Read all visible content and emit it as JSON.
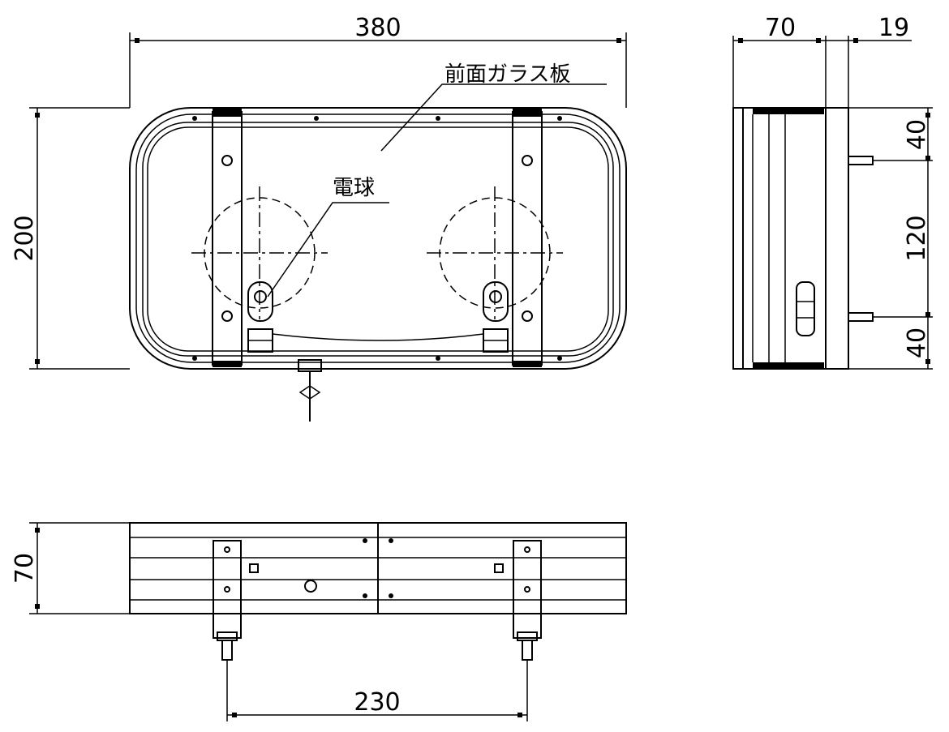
{
  "front_view": {
    "dim_width": "380",
    "dim_height": "200",
    "label_glass": "前面ガラス板",
    "label_bulb": "電球"
  },
  "side_view": {
    "dim_depth": "70",
    "dim_back": "19",
    "dim_top": "40",
    "dim_mid": "120",
    "dim_bottom": "40"
  },
  "bottom_view": {
    "dim_height": "70",
    "dim_spacing": "230"
  }
}
